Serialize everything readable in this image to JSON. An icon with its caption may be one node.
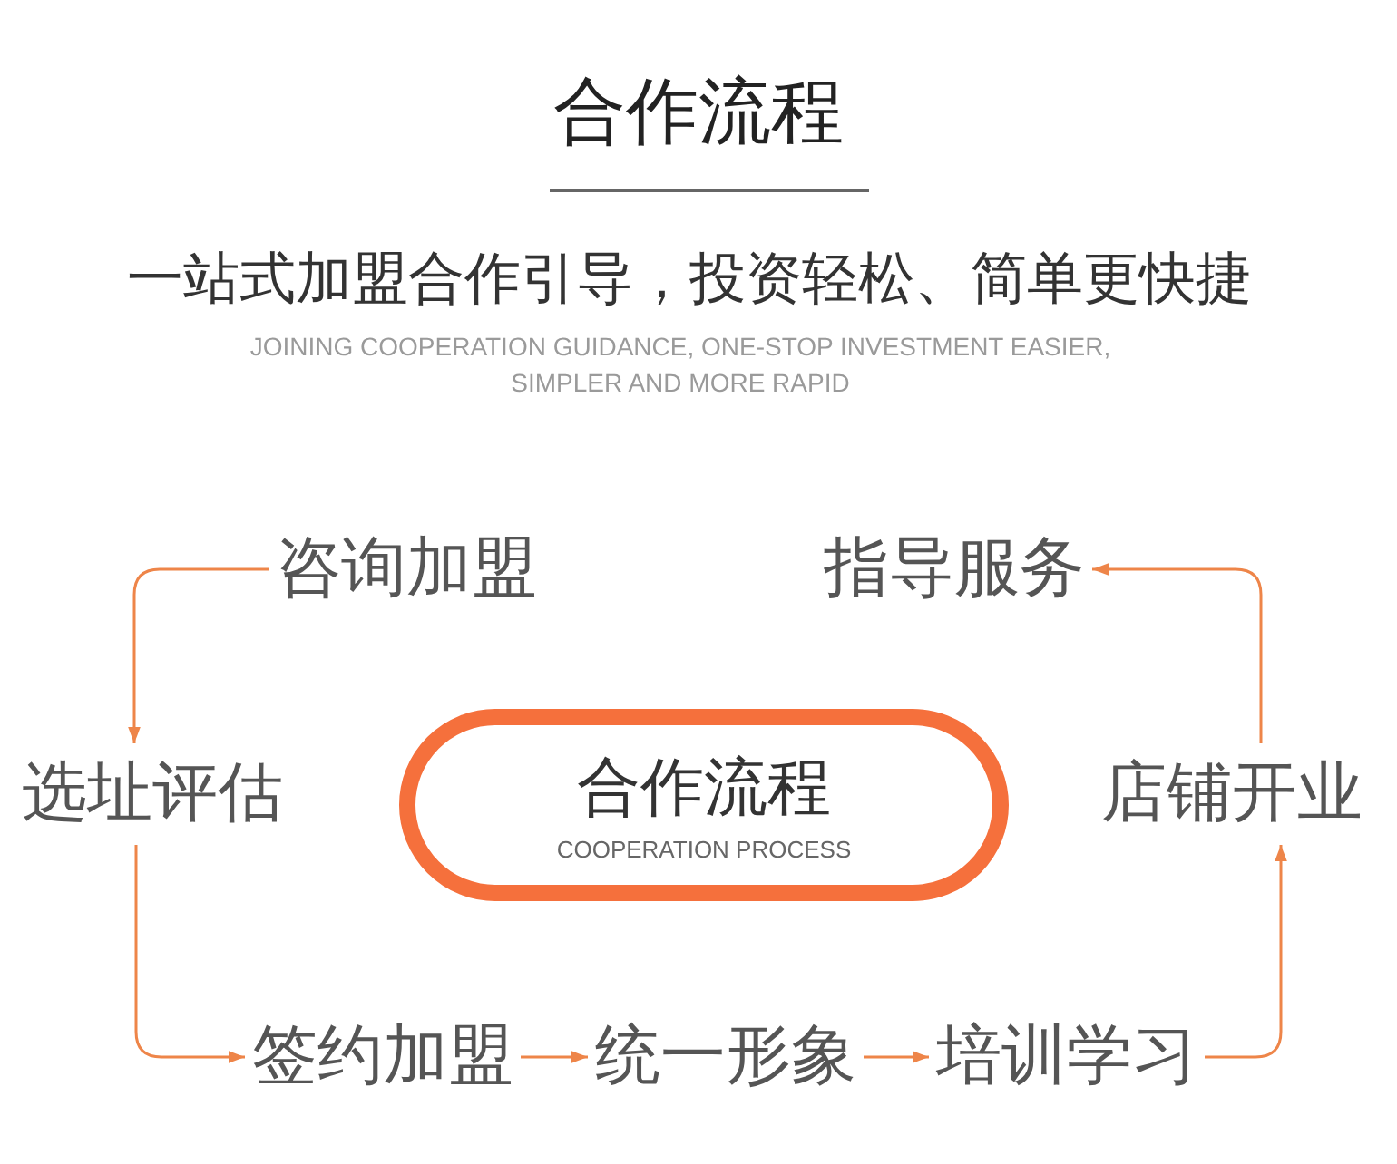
{
  "diagram": {
    "title": "合作流程",
    "nodes": [
      {
        "text": [
          "咨询加盟"
        ]
      },
      {
        "text": [
          "指导服务"
        ]
      },
      {
        "text": [
          "选址评估"
        ]
      },
      {
        "text": [
          "合作流程",
          "COOPERATION PROCESS"
        ]
      },
      {
        "text": [
          "店铺开业"
        ]
      },
      {
        "text": [
          "签约加盟"
        ]
      },
      {
        "text": [
          "统一形象"
        ]
      },
      {
        "text": [
          "培训学习"
        ]
      }
    ],
    "edges": [
      {
        "from": 0,
        "to": 2,
        "arrow": "to"
      },
      {
        "from": 2,
        "to": 5,
        "arrow": "to"
      },
      {
        "from": 5,
        "to": 6,
        "arrow": "to"
      },
      {
        "from": 6,
        "to": 7,
        "arrow": "to"
      },
      {
        "from": 7,
        "to": 4,
        "arrow": "to"
      },
      {
        "from": 4,
        "to": 1,
        "arrow": "to"
      }
    ],
    "labels": [
      "一站式加盟合作引导，投资轻松、简单更快捷",
      "JOINING COOPERATION GUIDANCE, ONE-STOP INVESTMENT EASIER, SIMPLER AND MORE RAPID"
    ]
  }
}
